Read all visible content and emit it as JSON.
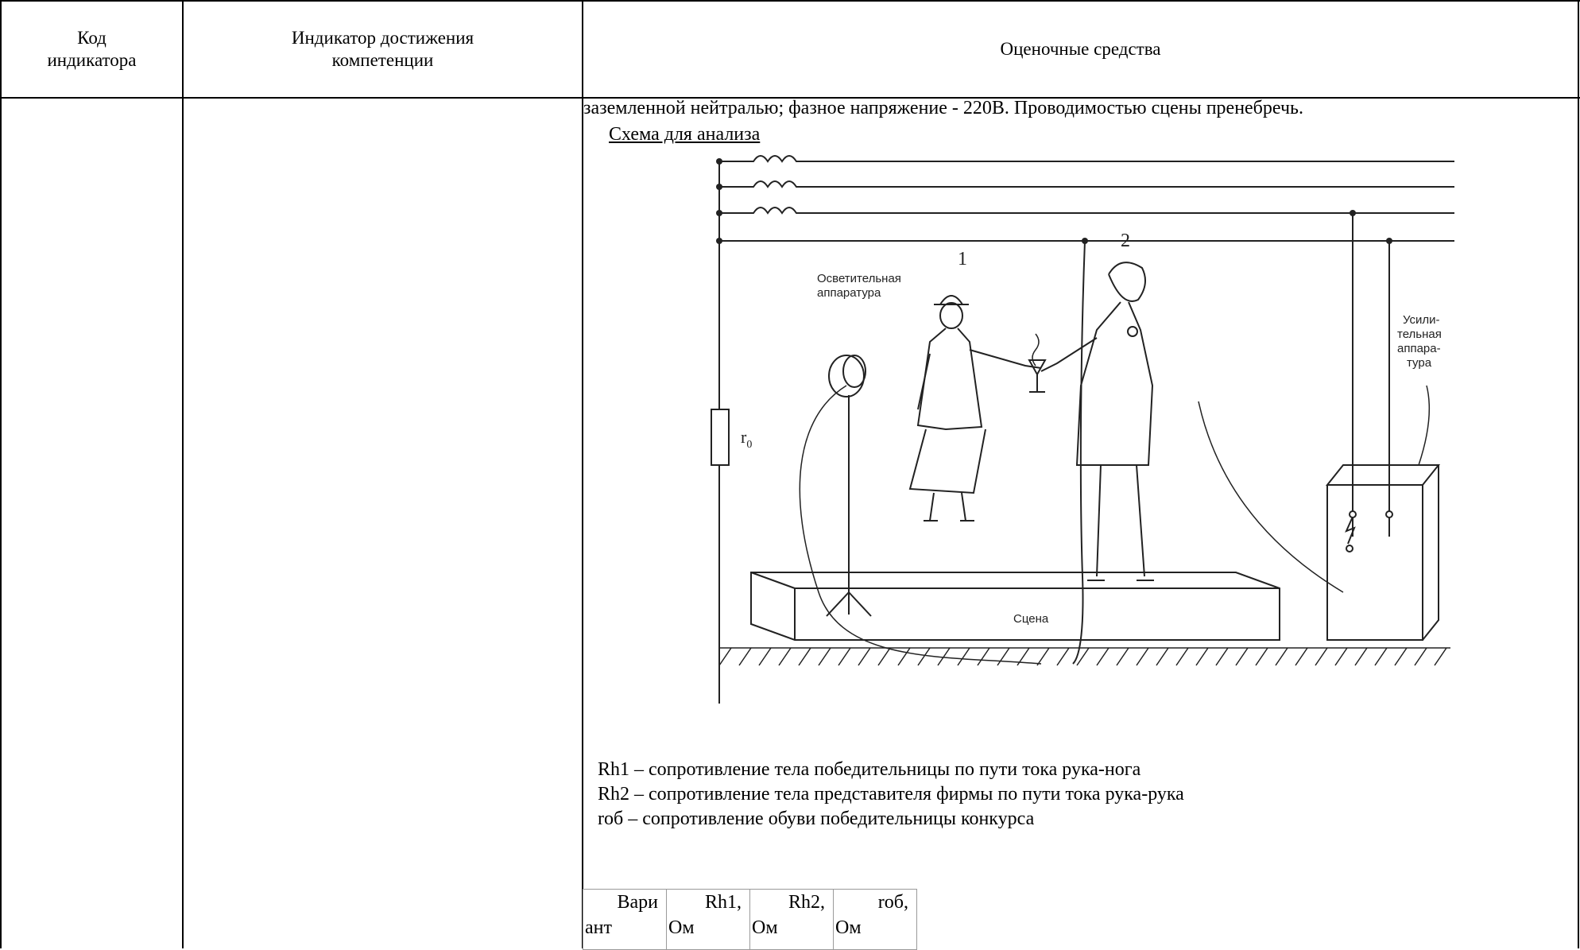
{
  "header": {
    "col1": "Код индикатора",
    "col2": "Индикатор достижения компетенции",
    "col3": "Оценочные средства"
  },
  "body": {
    "intro_line": "заземленной нейтралью; фазное напряжение - 220В. Проводимостью сцены пренебречь.",
    "schema_title": "Схема для анализа"
  },
  "figure": {
    "label_1": "1",
    "label_2": "2",
    "lighting_line1": "Осветительная",
    "lighting_line2": "аппаратура",
    "amp_line1": "Усили-",
    "amp_line2": "тельная",
    "amp_line3": "аппара-",
    "amp_line4": "тура",
    "r0": "r",
    "r0_sub": "0",
    "stage": "Сцена"
  },
  "legend": [
    "Rh1 – сопротивление тела победительницы по пути тока рука-нога",
    "Rh2 – сопротивление тела представителя фирмы по пути тока рука-рука",
    "rоб – сопротивление обуви победительницы конкурса"
  ],
  "variants_table": {
    "headers": [
      {
        "top": "Вари",
        "bottom": "ант"
      },
      {
        "top": "Rh1,",
        "bottom": "Ом"
      },
      {
        "top": "Rh2,",
        "bottom": "Ом"
      },
      {
        "top": "rоб,",
        "bottom": "Ом"
      }
    ]
  }
}
